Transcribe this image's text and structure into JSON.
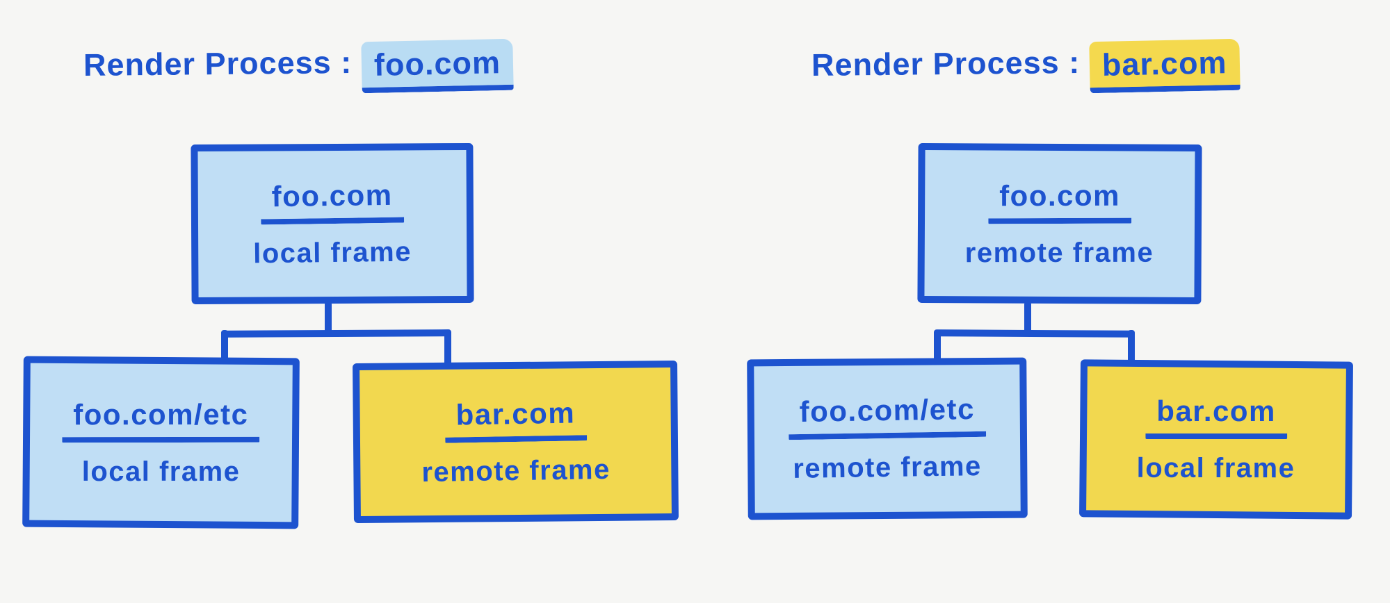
{
  "diagram": {
    "background": "#f6f6f4",
    "ink_color": "#1d53cf",
    "local_frame_fill": "#c0def5",
    "remote_frame_fill_yellow": "#f2d84f",
    "title_highlight_blue": "#b9dcf3",
    "title_highlight_yellow": "#f4d94e"
  },
  "processes": [
    {
      "title_prefix": "Render Process :",
      "title_domain": "foo.com",
      "title_highlight": "blue",
      "root": {
        "domain": "foo.com",
        "frame_type": "local frame",
        "fill": "blue"
      },
      "children": [
        {
          "domain": "foo.com/etc",
          "frame_type": "local frame",
          "fill": "blue"
        },
        {
          "domain": "bar.com",
          "frame_type": "remote frame",
          "fill": "yellow"
        }
      ]
    },
    {
      "title_prefix": "Render Process :",
      "title_domain": "bar.com",
      "title_highlight": "yellow",
      "root": {
        "domain": "foo.com",
        "frame_type": "remote frame",
        "fill": "blue"
      },
      "children": [
        {
          "domain": "foo.com/etc",
          "frame_type": "remote frame",
          "fill": "blue"
        },
        {
          "domain": "bar.com",
          "frame_type": "local frame",
          "fill": "yellow"
        }
      ]
    }
  ]
}
